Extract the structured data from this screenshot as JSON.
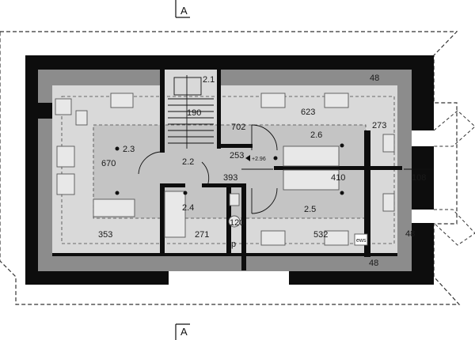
{
  "colors": {
    "wall": "#0d0d0d",
    "floor_shade": "#8c8c8c",
    "room_light": "#d9d9d9",
    "center_zone": "#c4c4c4",
    "roof_outline": "#333333",
    "background": "#ffffff"
  },
  "section_marks": {
    "top": "A",
    "bottom": "A"
  },
  "rooms": {
    "r21": "2.1",
    "r22": "2.2",
    "r23": "2.3",
    "r24": "2.4",
    "r25": "2.5",
    "r26": "2.6"
  },
  "level_mark": "+2.96",
  "dimensions": {
    "d190": "190",
    "d623": "623",
    "d702": "702",
    "d670": "670",
    "d253": "253",
    "d393": "393",
    "d410": "410",
    "d108": "108",
    "d273": "273",
    "d353": "353",
    "d271": "271",
    "d532": "532",
    "d48a": "48",
    "d48b": "48",
    "d48c": "48",
    "d120": "120",
    "dp": "p"
  },
  "fixtures": {
    "ews": "ews"
  },
  "icons": [
    "section-arrow-icon",
    "level-marker-icon",
    "bathtub-icon",
    "toilet-icon",
    "sink-icon",
    "bed-icon",
    "wardrobe-icon",
    "chimney-icon"
  ]
}
